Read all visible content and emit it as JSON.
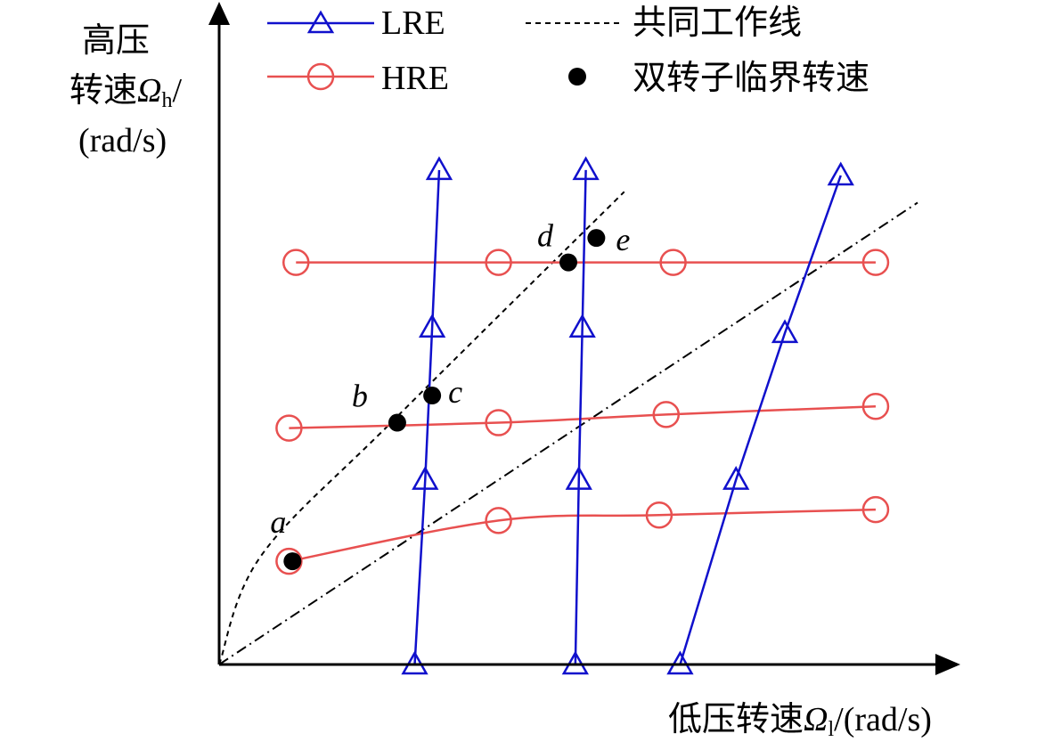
{
  "chart_data": {
    "type": "line",
    "xlabel": {
      "main": "低压转速",
      "symbol": "Ω",
      "sub": "l",
      "unit": "/(rad/s)"
    },
    "ylabel": {
      "line1": "高压",
      "main": "转速",
      "symbol": "Ω",
      "sub": "h",
      "slash": "/",
      "unit": "(rad/s)"
    },
    "legend": {
      "placement": "top",
      "lre": "LRE",
      "hre": "HRE",
      "working_line": "共同工作线",
      "critical": "双转子临界转速"
    },
    "colors": {
      "lre": "#1010cc",
      "hre": "#e85050",
      "reference": "#000000"
    },
    "xlim": [
      0,
      100
    ],
    "ylim": [
      0,
      100
    ],
    "grid": false,
    "ticks": false,
    "hre_series": [
      {
        "name": "HRE",
        "points": [
          [
            10,
            19
          ],
          [
            40,
            26.5
          ],
          [
            63,
            27.5
          ],
          [
            94,
            28.5
          ]
        ]
      },
      {
        "name": "HRE",
        "points": [
          [
            10,
            43.5
          ],
          [
            40,
            44.5
          ],
          [
            64,
            46
          ],
          [
            94,
            47.5
          ]
        ]
      },
      {
        "name": "HRE",
        "points": [
          [
            11,
            74
          ],
          [
            40,
            74
          ],
          [
            65,
            74
          ],
          [
            94,
            74
          ]
        ]
      }
    ],
    "lre_series": [
      {
        "name": "LRE",
        "points": [
          [
            28,
            0
          ],
          [
            29.5,
            34
          ],
          [
            30.5,
            62
          ],
          [
            31.5,
            91
          ]
        ]
      },
      {
        "name": "LRE",
        "points": [
          [
            51,
            0
          ],
          [
            51.5,
            34
          ],
          [
            52,
            62
          ],
          [
            52.5,
            91
          ]
        ]
      },
      {
        "name": "LRE",
        "points": [
          [
            66,
            0
          ],
          [
            74,
            34
          ],
          [
            81,
            61
          ],
          [
            89,
            90
          ]
        ]
      }
    ],
    "working_line": [
      [
        0,
        0
      ],
      [
        6,
        20
      ],
      [
        25,
        45
      ],
      [
        58,
        87
      ]
    ],
    "reference_line": [
      [
        0,
        0
      ],
      [
        100,
        85
      ]
    ],
    "critical_points": [
      {
        "label": "a",
        "x": 10.5,
        "y": 19,
        "label_dx": -16,
        "label_dy": -32
      },
      {
        "label": "b",
        "x": 25.5,
        "y": 44.5,
        "label_dx": -42,
        "label_dy": -18
      },
      {
        "label": "c",
        "x": 30.5,
        "y": 49.5,
        "label_dx": 26,
        "label_dy": 8
      },
      {
        "label": "d",
        "x": 50,
        "y": 74,
        "label_dx": -26,
        "label_dy": -18
      },
      {
        "label": "e",
        "x": 54,
        "y": 78.5,
        "label_dx": 30,
        "label_dy": 14
      }
    ]
  }
}
